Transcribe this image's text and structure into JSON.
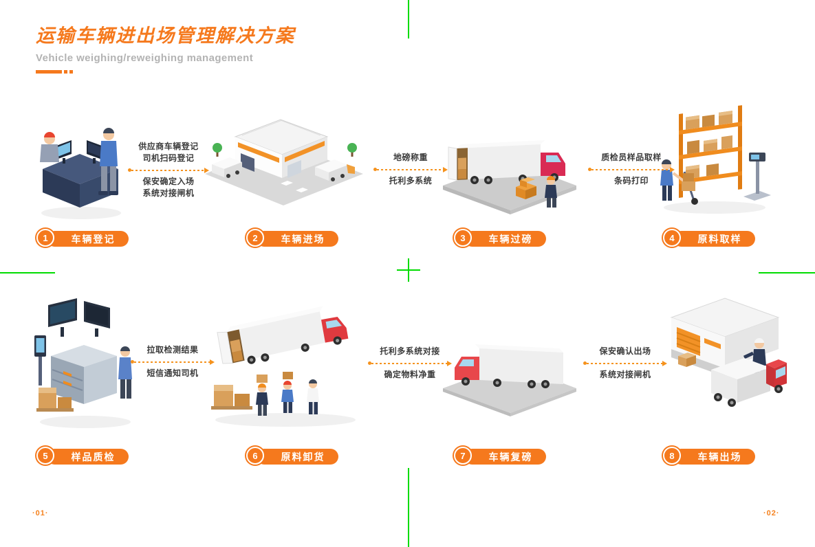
{
  "header": {
    "title": "运输车辆进出场管理解决方案",
    "subtitle": "Vehicle weighing/reweighing management"
  },
  "colors": {
    "accent_orange": "#F5791D",
    "arrow_orange": "#F5921D",
    "caption_text": "#3B3B3B",
    "subtitle_gray": "#B3B3B3",
    "registration_mark_green": "#00DC00"
  },
  "steps": [
    {
      "number": "1",
      "label": "车辆登记",
      "illustration": "reception-desk-registration"
    },
    {
      "number": "2",
      "label": "车辆进场",
      "illustration": "warehouse-with-trucks"
    },
    {
      "number": "3",
      "label": "车辆过磅",
      "illustration": "truck-on-weighbridge-with-worker"
    },
    {
      "number": "4",
      "label": "原料取样",
      "illustration": "storage-rack-sampling"
    },
    {
      "number": "5",
      "label": "样品质检",
      "illustration": "quality-inspection-station"
    },
    {
      "number": "6",
      "label": "原料卸货",
      "illustration": "truck-unloading-workers"
    },
    {
      "number": "7",
      "label": "车辆复磅",
      "illustration": "truck-on-weighbridge"
    },
    {
      "number": "8",
      "label": "车辆出场",
      "illustration": "warehouse-exit-gate"
    }
  ],
  "transitions": [
    {
      "from": "1",
      "to": "2",
      "top_lines": [
        "供应商车辆登记",
        "司机扫码登记"
      ],
      "bottom_lines": [
        "保安确定入场",
        "系统对接闸机"
      ]
    },
    {
      "from": "2",
      "to": "3",
      "top_lines": [
        "地磅称重"
      ],
      "bottom_lines": [
        "托利多系统"
      ]
    },
    {
      "from": "3",
      "to": "4",
      "top_lines": [
        "质检员样品取样"
      ],
      "bottom_lines": [
        "条码打印"
      ]
    },
    {
      "from": "5",
      "to": "6",
      "top_lines": [
        "拉取检测结果"
      ],
      "bottom_lines": [
        "短信通知司机"
      ]
    },
    {
      "from": "6",
      "to": "7",
      "top_lines": [
        "托利多系统对接"
      ],
      "bottom_lines": [
        "确定物料净重"
      ]
    },
    {
      "from": "7",
      "to": "8",
      "top_lines": [
        "保安确认出场"
      ],
      "bottom_lines": [
        "系统对接闸机"
      ]
    }
  ],
  "footer": {
    "page_left": "·01·",
    "page_right": "·02·"
  }
}
